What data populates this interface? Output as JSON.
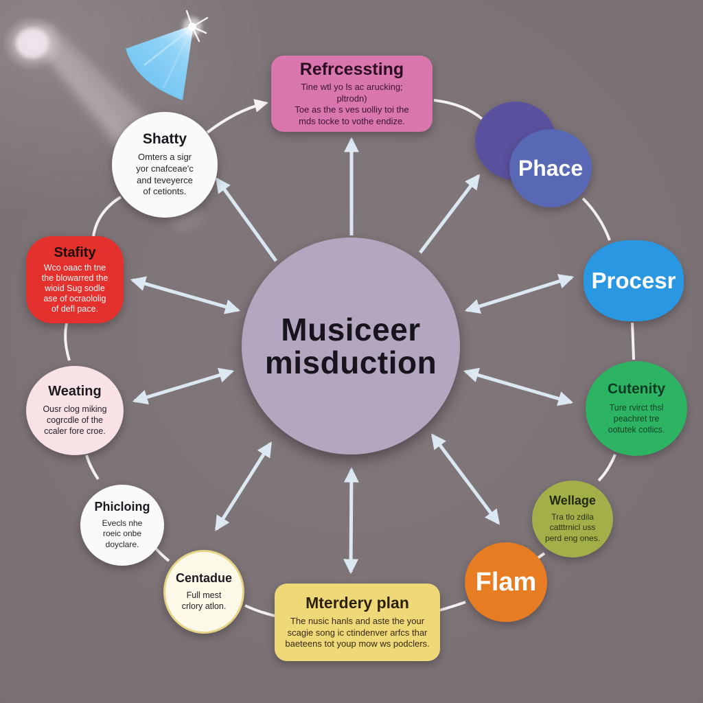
{
  "canvas": {
    "background_color": "#7d7377"
  },
  "center_node": {
    "title": "Musiceer\nmisduction",
    "color": "#b3a6bf",
    "text_color": "#17141d"
  },
  "nodes": {
    "refrcessting": {
      "title": "Refrcessting",
      "body": "Tine wtl yo ls ac arucking;\npltrodn)\nToe as the s ves uolliy toi the\nmds tocke to vothe endize.",
      "color": "#d976ad"
    },
    "shatty": {
      "title": "Shatty",
      "body": "Omters a sigr\nyor cnafceae'c\nand teveyerce\nof cetionts.",
      "color": "#fbfafb"
    },
    "stafity": {
      "title": "Stafity",
      "body": "Wco oaac th tne\nthe blowarred the\nwioid Sug sodle\nase of ocraololig\nof defl pace.",
      "color": "#e5312d"
    },
    "weating": {
      "title": "Weating",
      "body": "Ousr clog miking\ncogrcdle of the\nccaler fore croe.",
      "color": "#f8e2e6"
    },
    "phicloing": {
      "title": "Phicloing",
      "body": "Evecls nhe\nroeic onbe\ndoyclare.",
      "color": "#fbfafb"
    },
    "centadue": {
      "title": "Centadue",
      "body": "Full mest\ncrlory atlon.",
      "color": "#fdf9e8",
      "border_color": "#e6d386"
    },
    "mterdery": {
      "title": "Mterdery plan",
      "body": "The nusic hanls and aste the your\nscagie song ic ctindenver arfcs thar\nbaeteens tot youp mow ws podclers.",
      "color": "#efd878"
    },
    "flam": {
      "title": "Flam",
      "color": "#e87c22"
    },
    "wellage": {
      "title": "Wellage",
      "body": "Tra tlo zdila\ncatttrnicl uss\nperd eng ones.",
      "color": "#a3b04a"
    },
    "cutenity": {
      "title": "Cutenity",
      "body": "Ture rvirct thsl\npeachret tre\nootutek cotlics.",
      "color": "#2db463"
    },
    "procesr": {
      "title": "Procesr",
      "color": "#2a97e3"
    },
    "phace": {
      "title": "Phace",
      "color": "#5868b4",
      "back_circle_color": "#5a529f"
    }
  },
  "connectors": {
    "arrow_color": "#dce8f1",
    "ring_color": "#f3f1f2"
  },
  "decor": {
    "spotlight_glow_color": "#efe8ee",
    "cone_color": "#74c7f3",
    "cone_flare_color": "#ffffff"
  }
}
